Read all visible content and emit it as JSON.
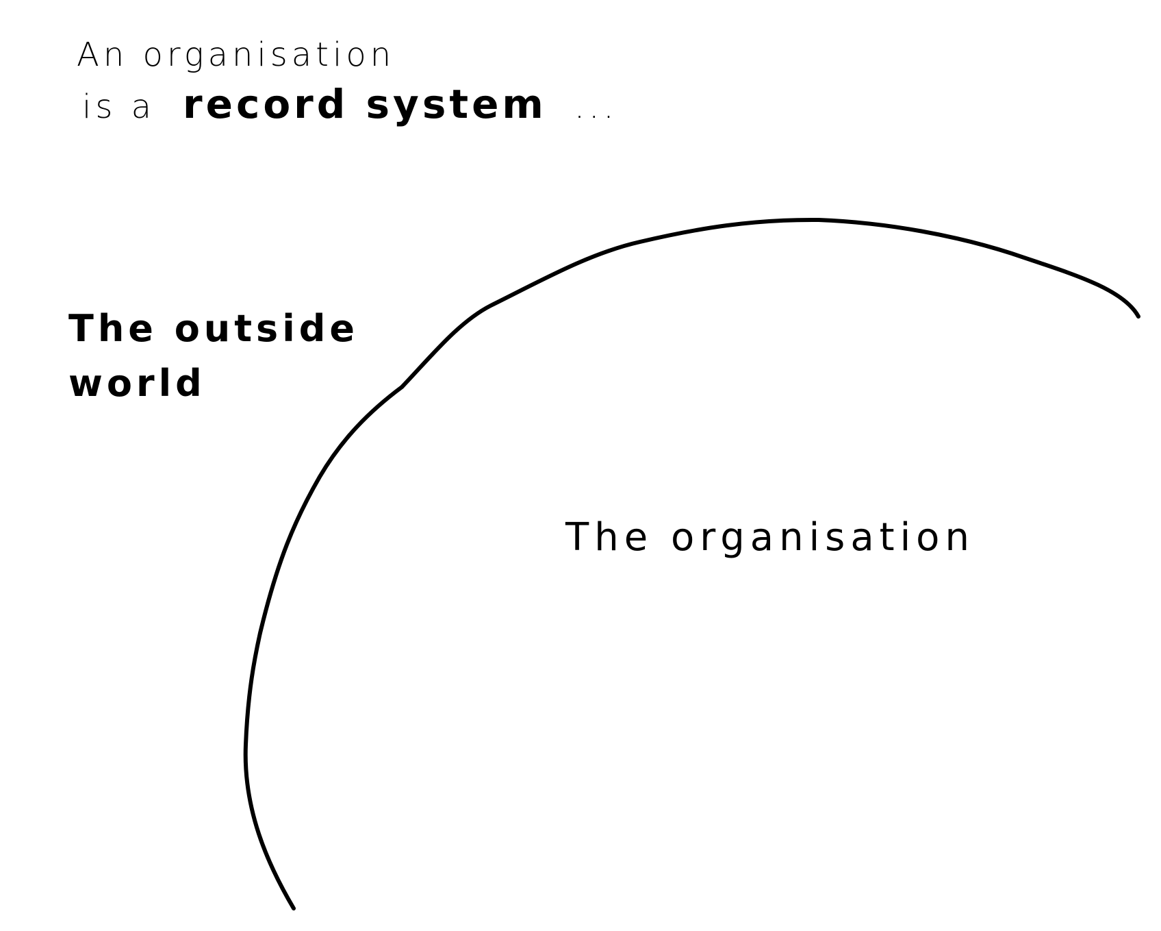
{
  "title": {
    "line1": "An organisation",
    "line2_prefix": "is a",
    "line2_emphasis": "record system",
    "line2_suffix": "..."
  },
  "regions": {
    "outside_line1": "The outside",
    "outside_line2": "world",
    "inside": "The organisation"
  },
  "colors": {
    "ink": "#000000",
    "background": "#ffffff"
  }
}
